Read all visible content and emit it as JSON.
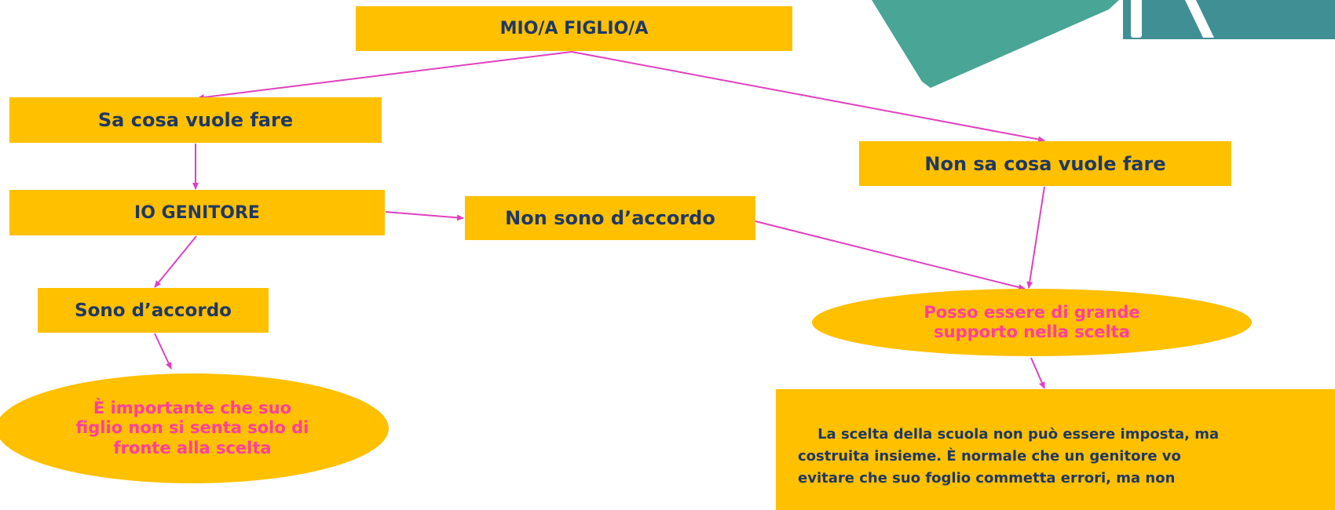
{
  "diagram": {
    "colors": {
      "box": "#ffc000",
      "box_text": "#203864",
      "oval_text": "#ff3fa0",
      "connector": "#e040c0",
      "decor_teal": "#49a596"
    },
    "nodes": {
      "root": "MIO/A FIGLIO/A",
      "knows": "Sa cosa vuole fare",
      "doesnt_know": "Non sa cosa vuole fare",
      "parent": "IO GENITORE",
      "disagree": "Non sono d’accordo",
      "agree": "Sono d’accordo",
      "agree_note": "È importante che suo\nfiglio non si senta solo di\nfronte alla scelta",
      "support": "Posso essere di grande\nsupporto nella scelta",
      "support_note": "La scelta della scuola non può essere imposta, ma\ncostruita insieme. È normale che un genitore vo\nevitare che suo foglio commetta errori, ma non"
    },
    "edges": [
      [
        "root",
        "knows"
      ],
      [
        "root",
        "doesnt_know"
      ],
      [
        "knows",
        "parent"
      ],
      [
        "parent",
        "disagree"
      ],
      [
        "parent",
        "agree"
      ],
      [
        "agree",
        "agree_note"
      ],
      [
        "disagree",
        "support"
      ],
      [
        "doesnt_know",
        "support"
      ],
      [
        "support",
        "support_note"
      ]
    ]
  }
}
